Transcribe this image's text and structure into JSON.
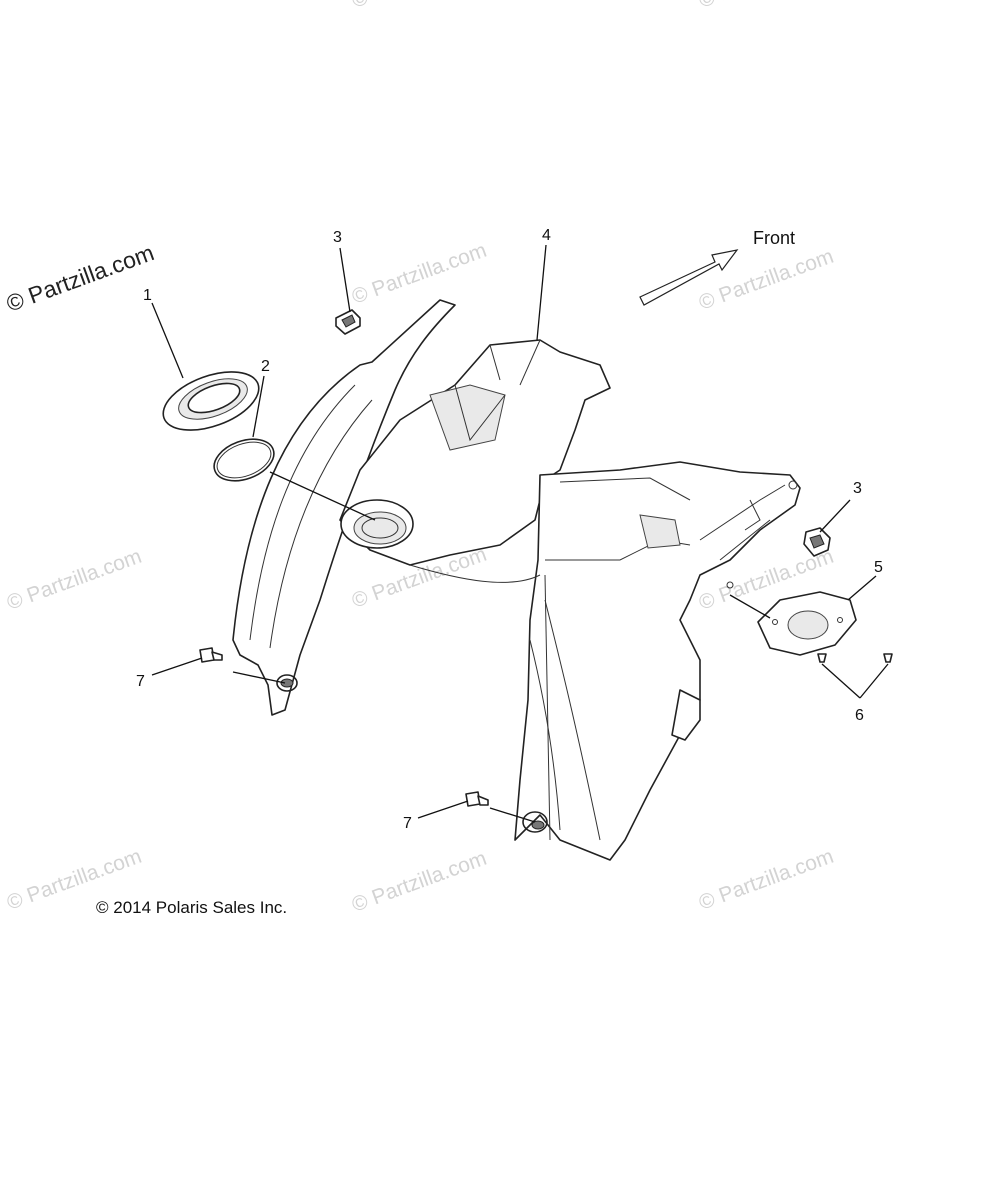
{
  "watermark_text": "© Partzilla.com",
  "watermark_faint": "© Partzilla.com",
  "copyright": "© 2014 Polaris Sales Inc.",
  "front_label": "Front",
  "callouts": {
    "c1": "1",
    "c2": "2",
    "c3a": "3",
    "c3b": "3",
    "c4": "4",
    "c5": "5",
    "c6": "6",
    "c7a": "7",
    "c7b": "7"
  },
  "icons": [
    "front-arrow-icon",
    "fuel-cap-ring-icon",
    "o-ring-icon",
    "clip-nut-icon",
    "push-rivet-icon",
    "screw-icon",
    "cover-plate-icon"
  ]
}
